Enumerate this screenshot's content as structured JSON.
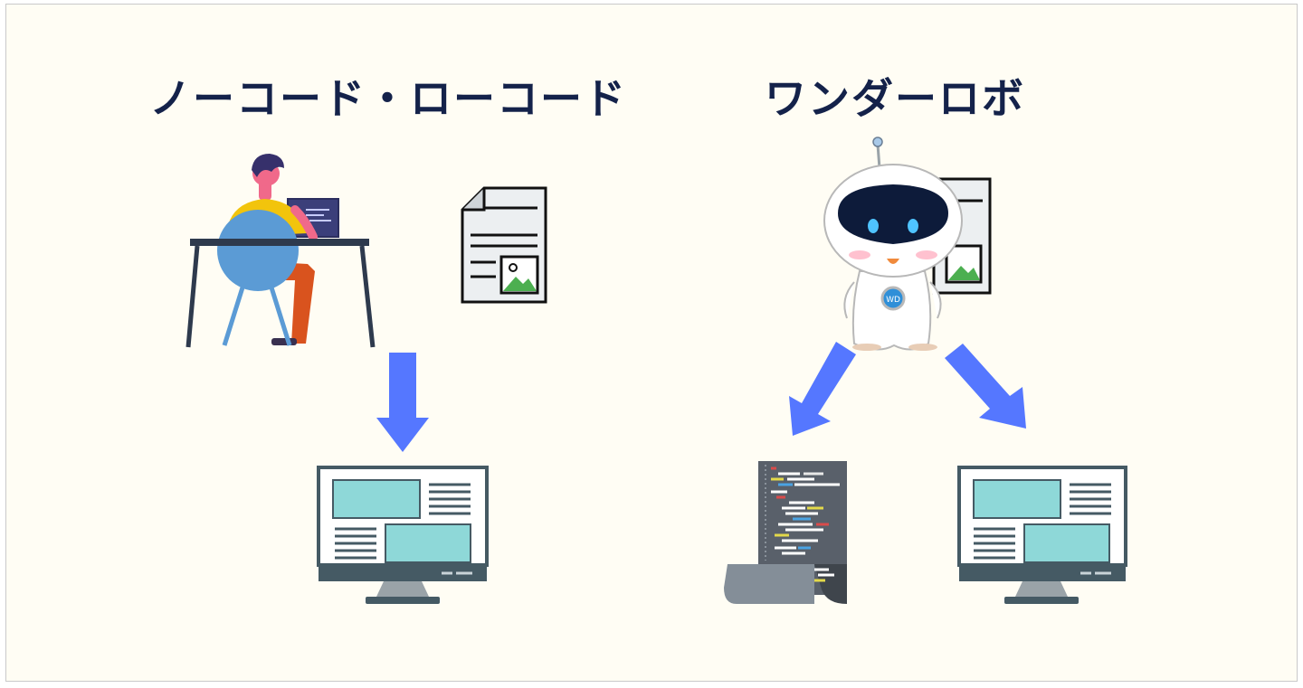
{
  "titles": {
    "left": "ノーコード・ローコード",
    "right": "ワンダーロボ"
  },
  "robot": {
    "badge_text": "WD"
  },
  "colors": {
    "background": "#fffdf4",
    "title": "#14224a",
    "arrow": "#5577ff",
    "screen_panel": "#8ed8d8",
    "monitor_body": "#455a64"
  }
}
